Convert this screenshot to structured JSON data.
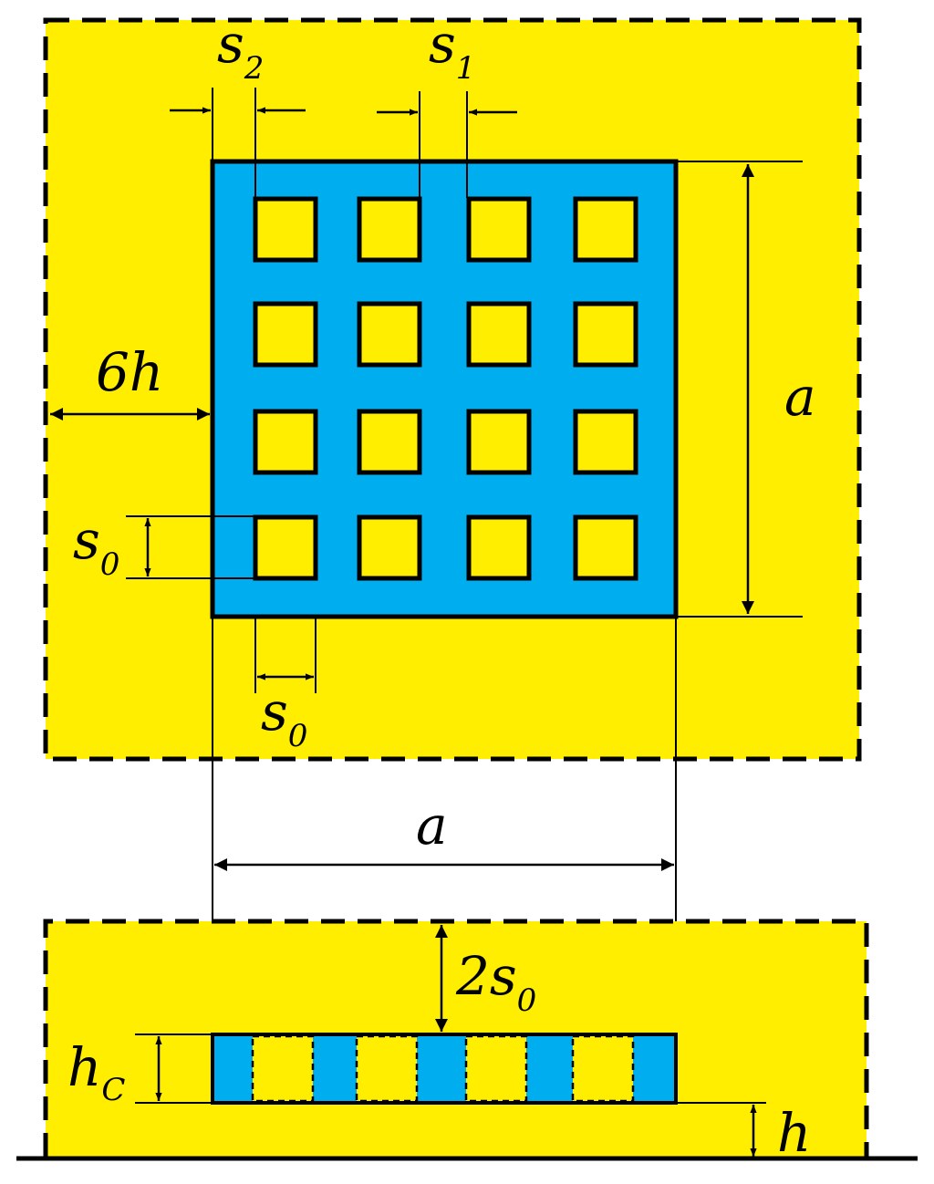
{
  "colors": {
    "background": "#ffffff",
    "substrate": "#ffee00",
    "metal": "#00aeef",
    "line": "#000000"
  },
  "labels": {
    "s2": "s",
    "s2_sub": "2",
    "s1": "s",
    "s1_sub": "1",
    "six_h": "6h",
    "a_right": "a",
    "s0_left": "s",
    "s0_left_sub": "0",
    "s0_bottom": "s",
    "s0_bottom_sub": "0",
    "a_middle": "a",
    "two_s0": "2s",
    "two_s0_sub": "0",
    "hc": "h",
    "hc_sub": "C",
    "h": "h"
  },
  "grid": {
    "rows": 4,
    "cols": 4
  }
}
